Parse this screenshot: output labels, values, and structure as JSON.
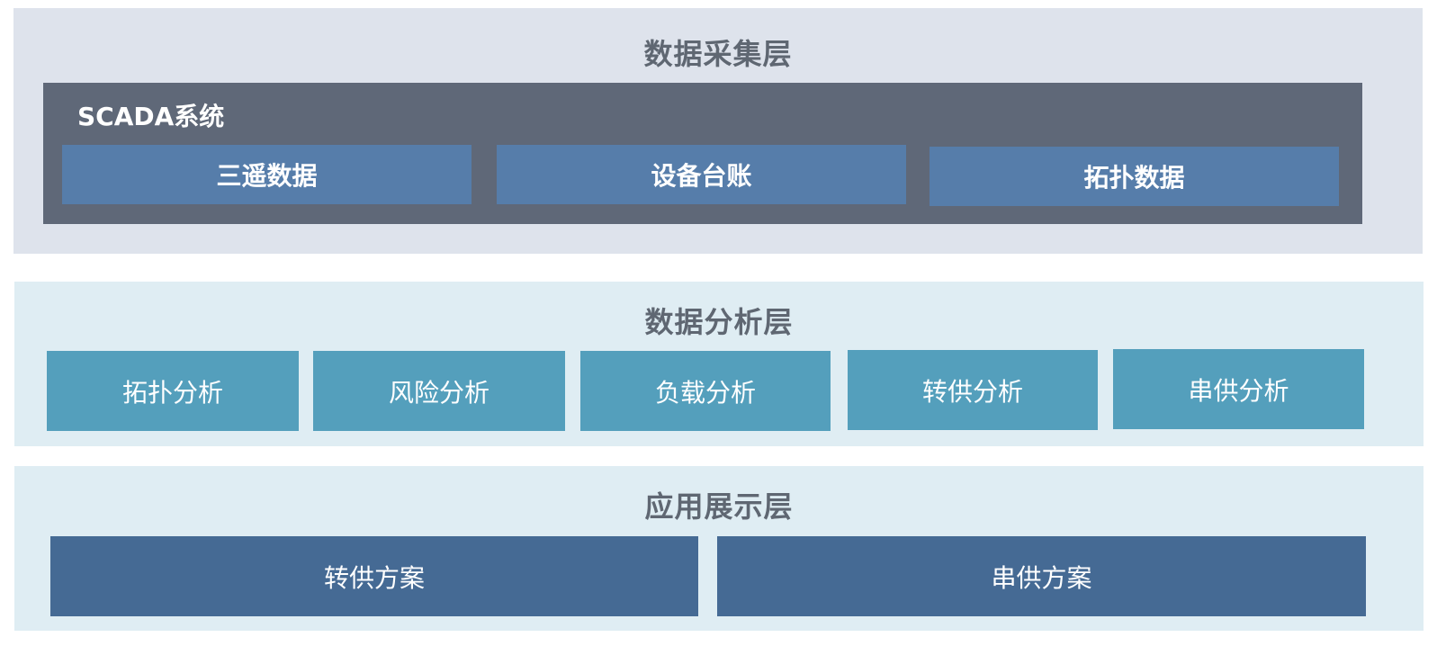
{
  "layers": {
    "acquisition": {
      "title": "数据采集层",
      "system": {
        "title": "SCADA系统",
        "items": [
          "三遥数据",
          "设备台账",
          "拓扑数据"
        ]
      }
    },
    "analysis": {
      "title": "数据分析层",
      "items": [
        "拓扑分析",
        "风险分析",
        "负载分析",
        "转供分析",
        "串供分析"
      ]
    },
    "application": {
      "title": "应用展示层",
      "items": [
        "转供方案",
        "串供方案"
      ]
    }
  },
  "colors": {
    "acquisition_bg": "#dee3ec",
    "scada_bg": "#5f6878",
    "scada_item_bg": "#567daa",
    "analysis_bg": "#dfedf3",
    "analysis_item_bg": "#549fbc",
    "application_bg": "#dfedf3",
    "application_item_bg": "#456a94",
    "title_text": "#5f6772"
  }
}
